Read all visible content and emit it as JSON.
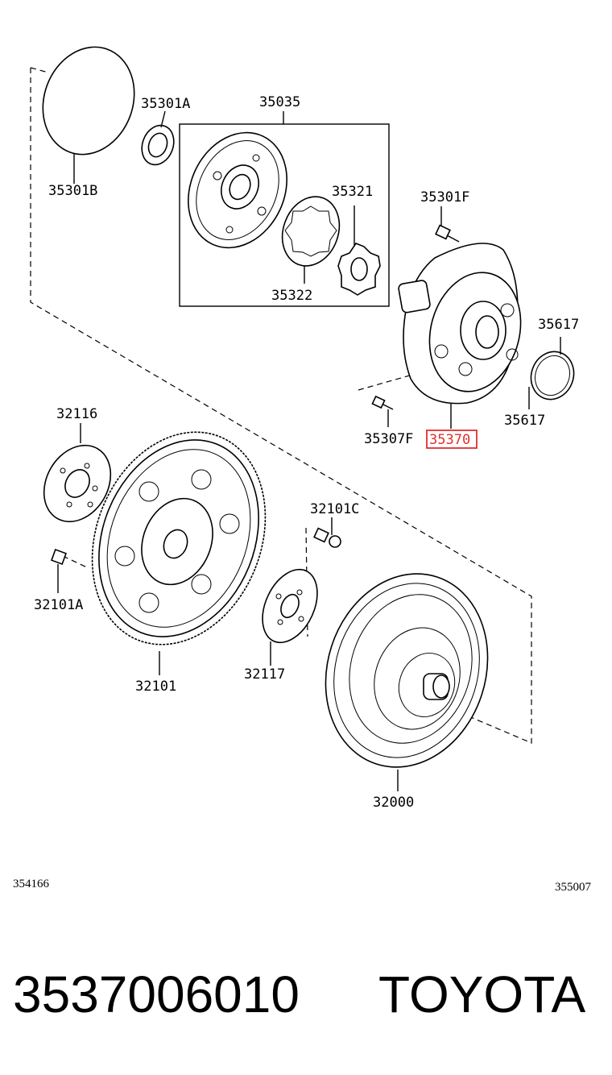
{
  "parts": {
    "p35301B": "35301B",
    "p35301A": "35301A",
    "p35035": "35035",
    "p35321": "35321",
    "p35322": "35322",
    "p35301F": "35301F",
    "p35617a": "35617",
    "p35617b": "35617",
    "p35307F": "35307F",
    "p35370": "35370",
    "p32116": "32116",
    "p32101C": "32101C",
    "p32101A": "32101A",
    "p32101": "32101",
    "p32117": "32117",
    "p32000": "32000"
  },
  "highlight_color": "#e03030",
  "codes": {
    "left": "354166",
    "right": "355007"
  },
  "footer": {
    "part_number": "3537006010",
    "brand": "TOYOTA"
  }
}
